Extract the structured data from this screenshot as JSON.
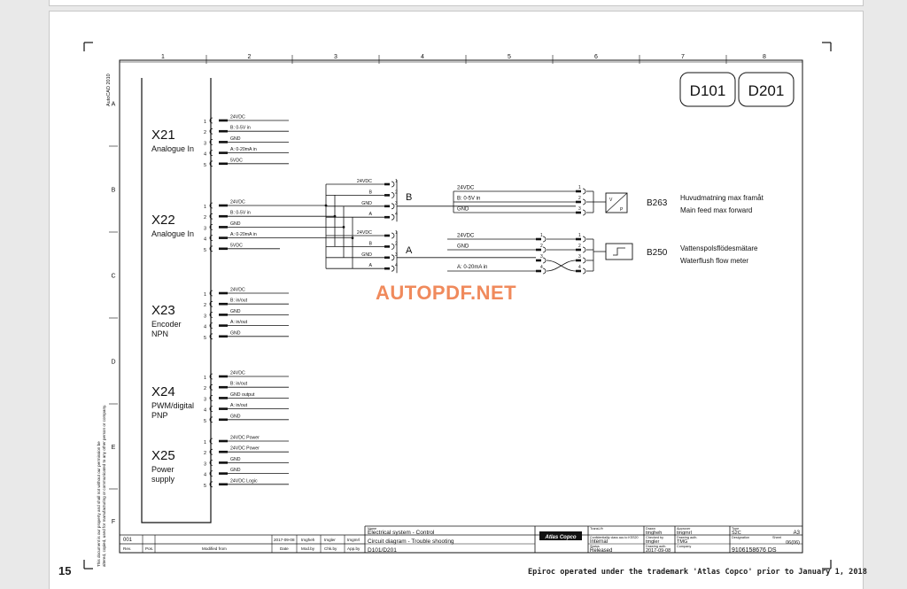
{
  "page_number": "15",
  "footer_text": "Epiroc operated under the trademark 'Atlas Copco' prior to January 1, 2018",
  "watermark": "AUTOPDF.NET",
  "side_left_top": "AutoCAD 2010",
  "side_left_bottom": "This document is our property and shall not without our permission be altered, copied, used for manufacturing or communicated to any other person or company.",
  "columns": [
    "1",
    "2",
    "3",
    "4",
    "5",
    "6",
    "7",
    "8"
  ],
  "rows": [
    "A",
    "B",
    "C",
    "D",
    "E",
    "F"
  ],
  "ids": [
    "D101",
    "D201"
  ],
  "connectors": [
    {
      "code": "X21",
      "desc": [
        "Analogue In"
      ],
      "pins": [
        "24VDC",
        "B: 0-5V in",
        "GND",
        "A: 0-20mA in",
        "5VDC"
      ]
    },
    {
      "code": "X22",
      "desc": [
        "Analogue In"
      ],
      "pins": [
        "24VDC",
        "B: 0-5V in",
        "GND",
        "A: 0-20mA in",
        "5VDC"
      ]
    },
    {
      "code": "X23",
      "desc": [
        "Encoder",
        "NPN"
      ],
      "pins": [
        "24VDC",
        "B: in/out",
        "GND",
        "A: in/out",
        "GND"
      ]
    },
    {
      "code": "X24",
      "desc": [
        "PWM/digital",
        "PNP"
      ],
      "pins": [
        "24VDC",
        "B: in/out",
        "GND output",
        "A: in/out",
        "GND"
      ]
    },
    {
      "code": "X25",
      "desc": [
        "Power",
        "supply"
      ],
      "pins": [
        "24VDC Power",
        "24VDC Power",
        "GND",
        "GND",
        "24VDC Logic"
      ]
    }
  ],
  "pin_numbers": [
    "1",
    "2",
    "3",
    "4",
    "5"
  ],
  "channel_b": {
    "letter": "B",
    "labels": [
      "24VDC",
      "B",
      "GND",
      "A"
    ],
    "pins": [
      "1",
      "2",
      "3",
      "4"
    ]
  },
  "channel_a": {
    "letter": "A",
    "labels": [
      "24VDC",
      "B",
      "GND",
      "A"
    ],
    "pins": [
      "1",
      "2",
      "3",
      "4"
    ]
  },
  "cable_b": [
    "24VDC",
    "B: 0-5V in",
    "GND"
  ],
  "cable_a": [
    "24VDC",
    "GND",
    "A: 0-20mA in"
  ],
  "sensor_pins_b": [
    "1",
    "2",
    "3"
  ],
  "sensor_pins_a": [
    "1",
    "2",
    "3",
    "4"
  ],
  "sensors": [
    {
      "id": "B263",
      "label_sv": "Huvudmatning max framåt",
      "label_en": "Main feed max forward",
      "symbol": "V / P"
    },
    {
      "id": "B250",
      "label_sv": "Vattenspolsflödesmätare",
      "label_en": "Waterflush flow meter"
    }
  ],
  "title_block": {
    "rev_value": "001",
    "rev_header": "Rev.",
    "pos_header": "Pos.",
    "modified_header": "Modified from",
    "date_header": "Date",
    "modby_header": "Mod.by",
    "chkby_header": "Chk.by",
    "appby_header": "App.by",
    "rev_date": "2017-09-08",
    "rev_modby": "tmgheh",
    "rev_chkby": "tmgler",
    "rev_appby": "tmgmrl",
    "name_label": "Name",
    "name_value": "Electrical system - Control",
    "subtitle": "Circuit diagram - Trouble shooting",
    "drawing_ids": "D101/D201",
    "brand": "Atlas Copco",
    "transl_label": "Transl./fr",
    "conf_label": "Confidentiality class acc.to KSS20",
    "conf_value": "Internal",
    "status_label": "Status",
    "status_value": "Released",
    "drawn_label": "Drawn",
    "drawn_value": "tmgheh",
    "checked_label": "Checked by",
    "checked_value": "tmgler",
    "approved_label": "Approver",
    "approved_value": "tmgmrl",
    "dept_label": "Drawing auth.",
    "dept_value": "TMG",
    "date_value": "2017-09-08",
    "company_label": "Company",
    "type_label": "Type",
    "type_value": "S2C",
    "size_value": "A3",
    "desig_label": "Designation",
    "sheet_label": "Sheet",
    "sheet_value": "06(06)",
    "doc_number": "9106158676",
    "doc_suffix": "DS"
  },
  "colors": {
    "line": "#111111",
    "watermark": "#f08a5c",
    "background": "#ffffff"
  }
}
